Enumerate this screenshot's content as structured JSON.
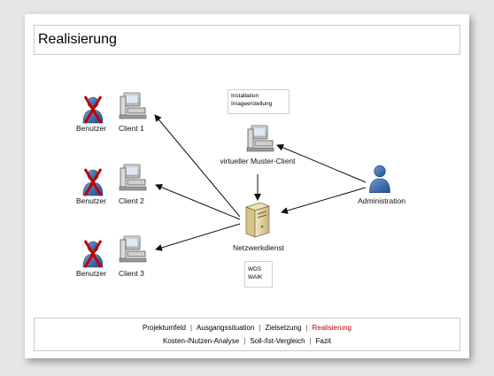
{
  "slide": {
    "title": "Realisierung"
  },
  "diagram": {
    "users": [
      {
        "user_label": "Benutzer",
        "client_label": "Client 1"
      },
      {
        "user_label": "Benutzer",
        "client_label": "Client 2"
      },
      {
        "user_label": "Benutzer",
        "client_label": "Client 3"
      }
    ],
    "master_client_label": "virtueller Muster-Client",
    "server_label": "Netzwerkdienst",
    "admin_label": "Administration",
    "note_install": [
      "Installation",
      "Imageerstellung"
    ],
    "note_tools": [
      "WDS",
      "WAIK"
    ]
  },
  "nav": {
    "row1": [
      "Projektumfeld",
      "Ausgangssituation",
      "Zielsetzung",
      "Realisierung"
    ],
    "row2": [
      "Kosten-/Nutzen-Analyse",
      "Soll-/Ist-Vergleich",
      "Fazit"
    ],
    "active": "Realisierung"
  },
  "colors": {
    "cross": "#c00000",
    "person": "#2f5f9e",
    "active_nav": "#c00000"
  }
}
